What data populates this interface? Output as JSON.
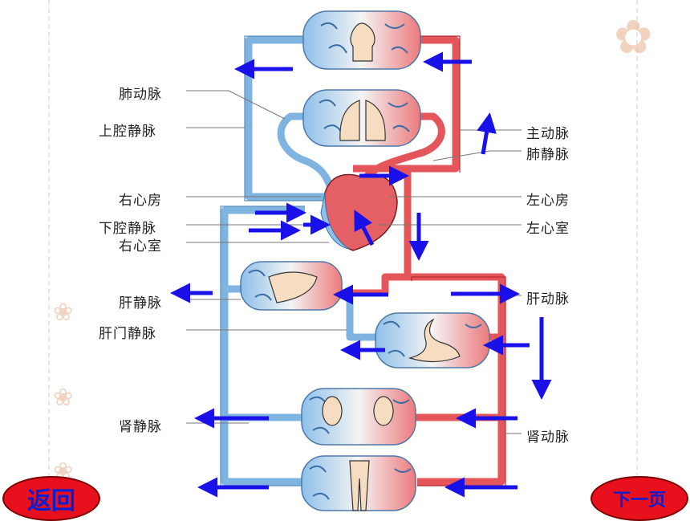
{
  "labels": {
    "pulmonary_artery": "肺动脉",
    "superior_vena_cava": "上腔静脉",
    "right_atrium": "右心房",
    "inferior_vena_cava": "下腔静脉",
    "right_ventricle": "右心室",
    "hepatic_vein": "肝静脉",
    "hepatic_portal_vein": "肝门静脉",
    "renal_vein": "肾静脉",
    "aorta": "主动脉",
    "pulmonary_vein": "肺静脉",
    "left_atrium": "左心房",
    "left_ventricle": "左心室",
    "hepatic_artery": "肝动脉",
    "renal_artery": "肾动脉"
  },
  "nav": {
    "back": "返回",
    "next": "下一页"
  },
  "colors": {
    "arterial": "#e5565a",
    "venous": "#7fb3e0",
    "arrow": "#1a10e8",
    "nav_button": "#e8101c",
    "nav_text": "#0b1fd1"
  }
}
